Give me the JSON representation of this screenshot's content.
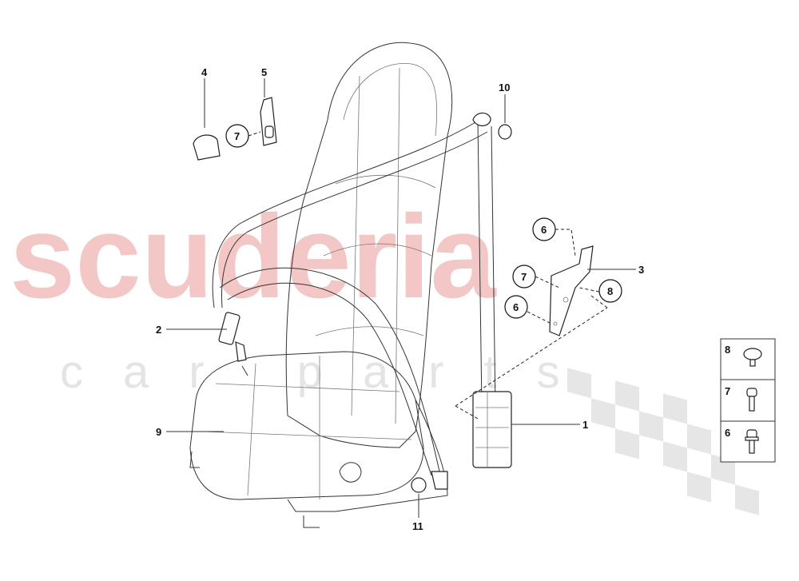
{
  "watermark": {
    "line1": "scuderia",
    "line2": "car parts",
    "accent": "#f4c7c7"
  },
  "callouts": {
    "c1": "1",
    "c2": "2",
    "c3": "3",
    "c4": "4",
    "c5": "5",
    "c6a": "6",
    "c6b": "6",
    "c7a": "7",
    "c7b": "7",
    "c8": "8",
    "c9": "9",
    "c10": "10",
    "c11": "11"
  },
  "legend": {
    "rows": [
      {
        "number": "8",
        "icon": "clip-icon"
      },
      {
        "number": "7",
        "icon": "bolt-icon"
      },
      {
        "number": "6",
        "icon": "flange-bolt-icon"
      }
    ]
  }
}
